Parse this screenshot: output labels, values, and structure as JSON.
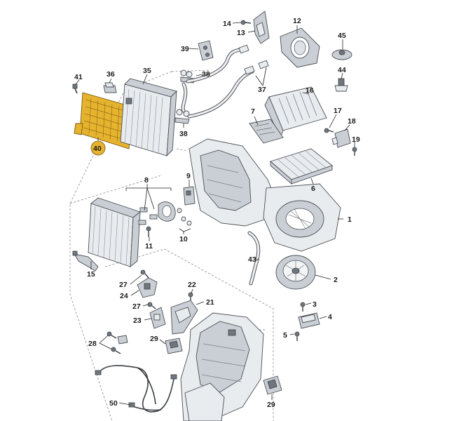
{
  "diagram": {
    "highlight_color": "#e6b32e",
    "labels": [
      {
        "id": "1",
        "text": "1"
      },
      {
        "id": "2",
        "text": "2"
      },
      {
        "id": "3",
        "text": "3"
      },
      {
        "id": "4",
        "text": "4"
      },
      {
        "id": "5",
        "text": "5"
      },
      {
        "id": "6",
        "text": "6"
      },
      {
        "id": "7",
        "text": "7"
      },
      {
        "id": "8",
        "text": "8"
      },
      {
        "id": "9",
        "text": "9"
      },
      {
        "id": "10",
        "text": "10"
      },
      {
        "id": "11",
        "text": "11"
      },
      {
        "id": "12",
        "text": "12"
      },
      {
        "id": "13",
        "text": "13"
      },
      {
        "id": "14",
        "text": "14"
      },
      {
        "id": "15",
        "text": "15"
      },
      {
        "id": "16",
        "text": "16"
      },
      {
        "id": "17",
        "text": "17"
      },
      {
        "id": "18",
        "text": "18"
      },
      {
        "id": "19",
        "text": "19"
      },
      {
        "id": "21",
        "text": "21"
      },
      {
        "id": "22",
        "text": "22"
      },
      {
        "id": "23",
        "text": "23"
      },
      {
        "id": "24",
        "text": "24"
      },
      {
        "id": "27a",
        "text": "27"
      },
      {
        "id": "27b",
        "text": "27"
      },
      {
        "id": "28",
        "text": "28"
      },
      {
        "id": "29a",
        "text": "29"
      },
      {
        "id": "29b",
        "text": "29"
      },
      {
        "id": "35",
        "text": "35"
      },
      {
        "id": "36",
        "text": "36"
      },
      {
        "id": "37",
        "text": "37"
      },
      {
        "id": "38a",
        "text": "38"
      },
      {
        "id": "38b",
        "text": "38"
      },
      {
        "id": "39",
        "text": "39"
      },
      {
        "id": "40",
        "text": "40"
      },
      {
        "id": "41",
        "text": "41"
      },
      {
        "id": "43",
        "text": "43"
      },
      {
        "id": "44",
        "text": "44"
      },
      {
        "id": "45",
        "text": "45"
      },
      {
        "id": "50",
        "text": "50"
      }
    ]
  }
}
